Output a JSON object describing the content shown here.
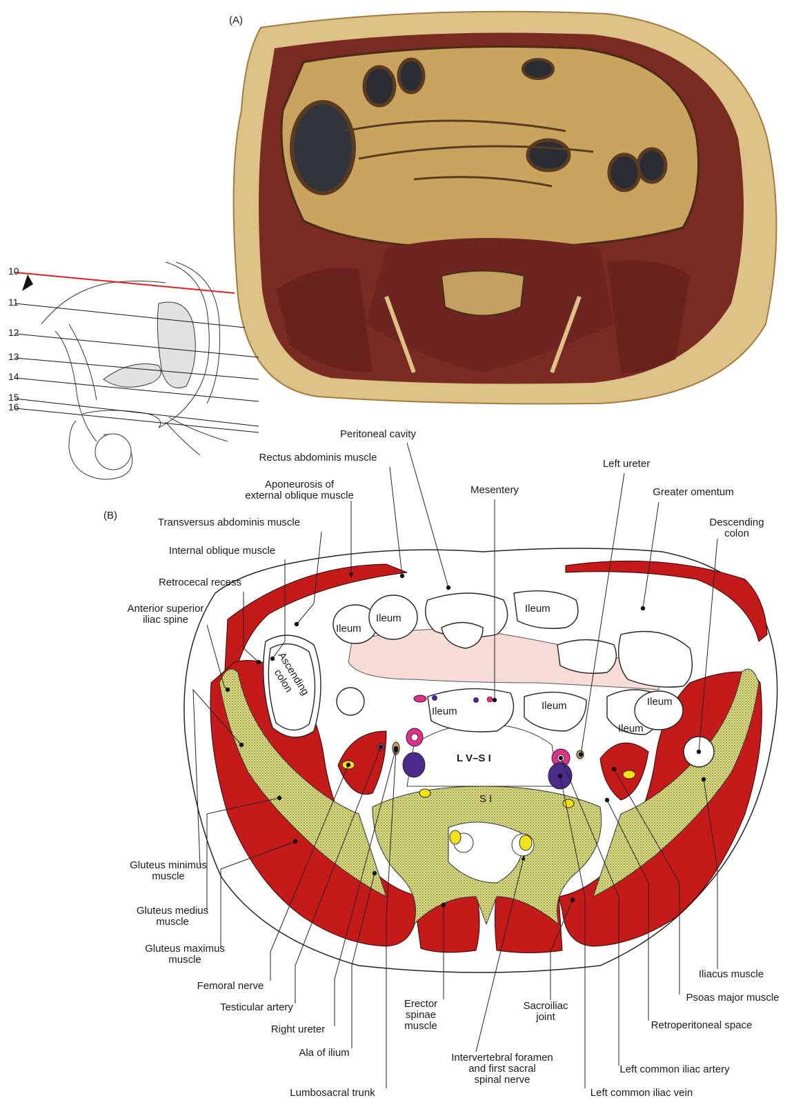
{
  "panels": {
    "a_label": "(A)",
    "b_label": "(B)"
  },
  "levels": [
    "10",
    "11",
    "12",
    "13",
    "14",
    "15",
    "16"
  ],
  "colors": {
    "muscle": "#c41a1a",
    "bone": "#dcdc82",
    "mesentery": "#f6dcd4",
    "artery": "#e0308c",
    "vein": "#4b2a8c",
    "nerve": "#f2e21a",
    "cut_line": "#e02020"
  },
  "tissue_labels": {
    "ileum": "Ileum",
    "ascending_colon_line1": "Ascending",
    "ascending_colon_line2": "colon",
    "lv_si": "L V–S I",
    "si": "S I"
  },
  "callouts": [
    {
      "id": "peritoneal-cavity",
      "lines": [
        "Peritoneal cavity"
      ]
    },
    {
      "id": "rectus-abdominis",
      "lines": [
        "Rectus abdominis muscle"
      ]
    },
    {
      "id": "aponeurosis",
      "lines": [
        "Aponeurosis of",
        "external oblique muscle"
      ]
    },
    {
      "id": "transversus",
      "lines": [
        "Transversus abdominis muscle"
      ]
    },
    {
      "id": "internal-oblique",
      "lines": [
        "Internal oblique muscle"
      ]
    },
    {
      "id": "retrocecal",
      "lines": [
        "Retrocecal recess"
      ]
    },
    {
      "id": "asis",
      "lines": [
        "Anterior superior",
        "iliac spine"
      ]
    },
    {
      "id": "left-ureter",
      "lines": [
        "Left ureter"
      ]
    },
    {
      "id": "mesentery",
      "lines": [
        "Mesentery"
      ]
    },
    {
      "id": "greater-omentum",
      "lines": [
        "Greater omentum"
      ]
    },
    {
      "id": "descending-colon",
      "lines": [
        "Descending",
        "colon"
      ]
    },
    {
      "id": "gluteus-minimus",
      "lines": [
        "Gluteus minimus",
        "muscle"
      ]
    },
    {
      "id": "gluteus-medius",
      "lines": [
        "Gluteus medius",
        "muscle"
      ]
    },
    {
      "id": "gluteus-maximus",
      "lines": [
        "Gluteus maximus",
        "muscle"
      ]
    },
    {
      "id": "femoral-nerve",
      "lines": [
        "Femoral nerve"
      ]
    },
    {
      "id": "testicular-artery",
      "lines": [
        "Testicular artery"
      ]
    },
    {
      "id": "right-ureter",
      "lines": [
        "Right ureter"
      ]
    },
    {
      "id": "ala-ilium",
      "lines": [
        "Ala of ilium"
      ]
    },
    {
      "id": "lumbosacral",
      "lines": [
        "Lumbosacral trunk"
      ]
    },
    {
      "id": "erector-spinae",
      "lines": [
        "Erector",
        "spinae",
        "muscle"
      ]
    },
    {
      "id": "intervertebral",
      "lines": [
        "Intervertebral foramen",
        "and first sacral",
        "spinal nerve"
      ]
    },
    {
      "id": "sacroiliac",
      "lines": [
        "Sacroiliac",
        "joint"
      ]
    },
    {
      "id": "left-common-iliac-vein",
      "lines": [
        "Left common iliac vein"
      ]
    },
    {
      "id": "left-common-iliac-artery",
      "lines": [
        "Left common iliac artery"
      ]
    },
    {
      "id": "retroperitoneal",
      "lines": [
        "Retroperitoneal space"
      ]
    },
    {
      "id": "psoas",
      "lines": [
        "Psoas major muscle"
      ]
    },
    {
      "id": "iliacus",
      "lines": [
        "Iliacus muscle"
      ]
    }
  ]
}
